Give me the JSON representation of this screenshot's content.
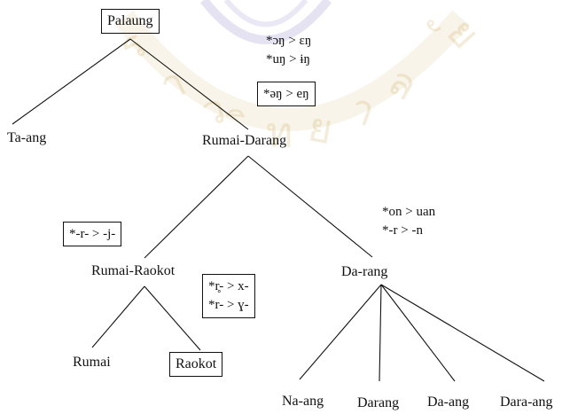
{
  "colors": {
    "watermark": "#c9a24a",
    "watermark_inner": "#8a7fc0",
    "ink": "#111111"
  },
  "tree": {
    "root": "Palaung",
    "ta_ang": "Ta-ang",
    "rumai_darang": "Rumai-Darang",
    "rumai_raokot": "Rumai-Raokot",
    "da_rang": "Da-rang",
    "rumai": "Rumai",
    "raokot": "Raokot",
    "na_ang": "Na-ang",
    "darang": "Darang",
    "da_ang": "Da-ang",
    "dara_ang": "Dara-ang"
  },
  "rules": {
    "top1": "*ɔŋ > ɛŋ",
    "top2": "*uŋ > ɨŋ",
    "top_boxed": "*əŋ > eŋ",
    "left_boxed": "*-r- > -j-",
    "right1": "*on > uan",
    "right2": "*-r > -n",
    "mid1": "*r̥- > x-",
    "mid2": "*r- > ɣ-"
  }
}
